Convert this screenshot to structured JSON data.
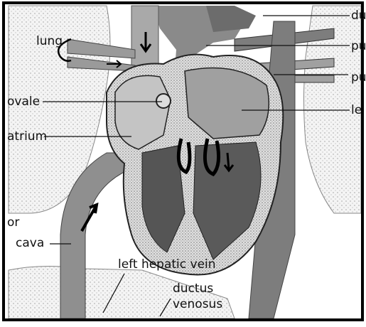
{
  "labels": {
    "lung": "lung",
    "ovale": "ovale",
    "atrium": "atrium",
    "or": "or",
    "cava": "cava",
    "left_hepatic_vein": "left hepatic vein",
    "ductus": "ductus",
    "venosus": "venosus",
    "du": "du",
    "pu_top": "pu",
    "pu_mid": "pu",
    "le": "le"
  },
  "colors": {
    "vessel_dark": "#7d7d7d",
    "vessel_mid": "#a9a9a9",
    "atrium_light": "#c4c4c4",
    "ventricle_dark": "#555555",
    "stipple": "#d2d2d2",
    "frame": "#000000"
  }
}
